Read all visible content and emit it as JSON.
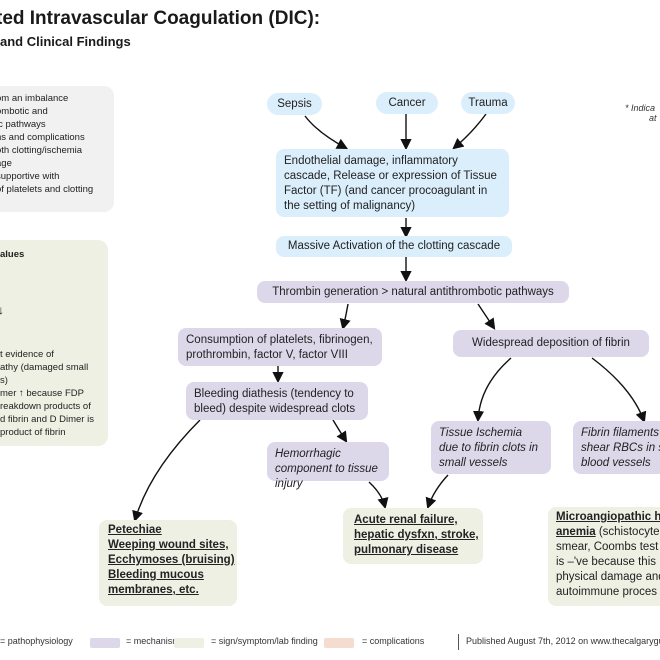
{
  "header": {
    "title": "ted Intravascular Coagulation (DIC):",
    "subtitle": "and Clinical Findings"
  },
  "left_notes": [
    "om an imbalance",
    "ombotic and",
    "ic pathways",
    "ns and complications",
    "oth clotting/ischemia",
    "age",
    "supportive with",
    "of platelets and clotting"
  ],
  "lab_panel": {
    "heading": "alues",
    "arrow": "↓",
    "lines": [
      "t evidence of",
      "athy (damaged small",
      "s)",
      "mer ↑ because FDP",
      "reakdown products of",
      "d fibrin and D Dimer is",
      "product of fibrin"
    ]
  },
  "side_note": {
    "line1": "* Indica",
    "line2": "at"
  },
  "causes": {
    "sepsis": "Sepsis",
    "cancer": "Cancer",
    "trauma": "Trauma"
  },
  "nodes": {
    "endothelial": "Endothelial damage, inflammatory cascade, Release or expression of Tissue Factor (TF) (and cancer procoagulant in the setting of malignancy)",
    "massive": "Massive Activation of the clotting cascade",
    "thrombin": "Thrombin generation > natural antithrombotic pathways",
    "consumption": "Consumption of platelets, fibrinogen, prothrombin, factor V, factor VIII",
    "deposition": "Widespread deposition of fibrin",
    "bleeding": "Bleeding diathesis (tendency to bleed) despite widespread clots",
    "hemorrhagic": "Hemorrhagic component to tissue injury",
    "ischemia": "Tissue Ischemia due to fibrin clots in small vessels",
    "filaments": "Fibrin filaments shear RBCs in s blood vessels"
  },
  "findings": {
    "bleeding_signs": [
      "Petechiae",
      "Weeping wound sites,",
      "Ecchymoses (bruising)",
      "Bleeding mucous",
      "membranes, etc."
    ],
    "organ_failure": [
      "Acute renal failure,",
      "hepatic dysfxn, stroke,",
      "pulmonary disease"
    ],
    "maha": {
      "title_lines": [
        "Microangiopathic h",
        "anemia"
      ],
      "rest_first": " (schistocyte",
      "lines": [
        "smear, Coombs test",
        "is –'ve because this",
        "physical damage and",
        "autoimmune proces"
      ]
    }
  },
  "legend": {
    "pathophysiology": "= pathophysiology",
    "mechanism": "= mechanism",
    "sign": "= sign/symptom/lab finding",
    "complications": "= complications",
    "published": "Published August 7th, 2012 on www.thecalgarygu"
  },
  "colors": {
    "pathophysiology": "#dbeefb",
    "mechanism": "#dcd8ea",
    "finding": "#eef0e4",
    "complication": "#f6dcd0"
  }
}
